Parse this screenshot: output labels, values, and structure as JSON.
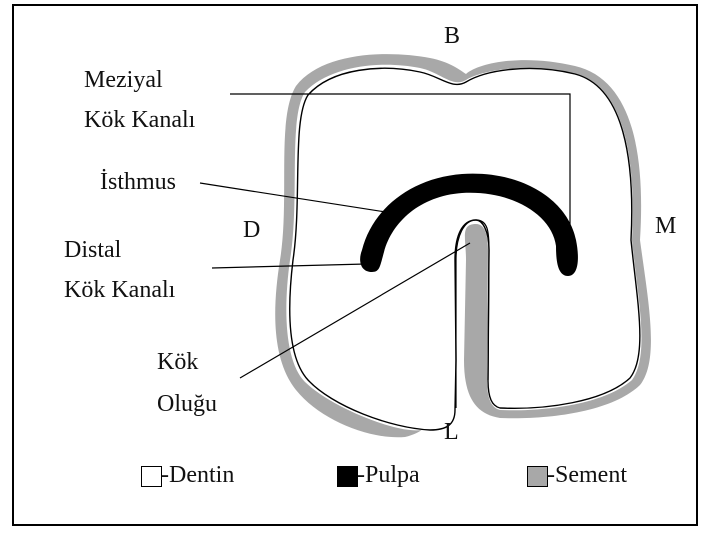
{
  "directions": {
    "buccal": "B",
    "lingual": "L",
    "distal": "D",
    "mesial": "M"
  },
  "labels": {
    "mesial_canal_line1": "Meziyal",
    "mesial_canal_line2": "Kök Kanalı",
    "isthmus": "İsthmus",
    "distal_canal_line1": "Distal",
    "distal_canal_line2": "Kök Kanalı",
    "root_groove_line1": "Kök",
    "root_groove_line2": "Oluğu"
  },
  "legend": [
    {
      "label": "-Dentin",
      "color": "#ffffff"
    },
    {
      "label": "-Pulpa",
      "color": "#000000"
    },
    {
      "label": "-Sement",
      "color": "#a8a8a8"
    }
  ],
  "colors": {
    "cementum": "#a8a8a8",
    "dentin": "#ffffff",
    "pulp": "#000000"
  }
}
